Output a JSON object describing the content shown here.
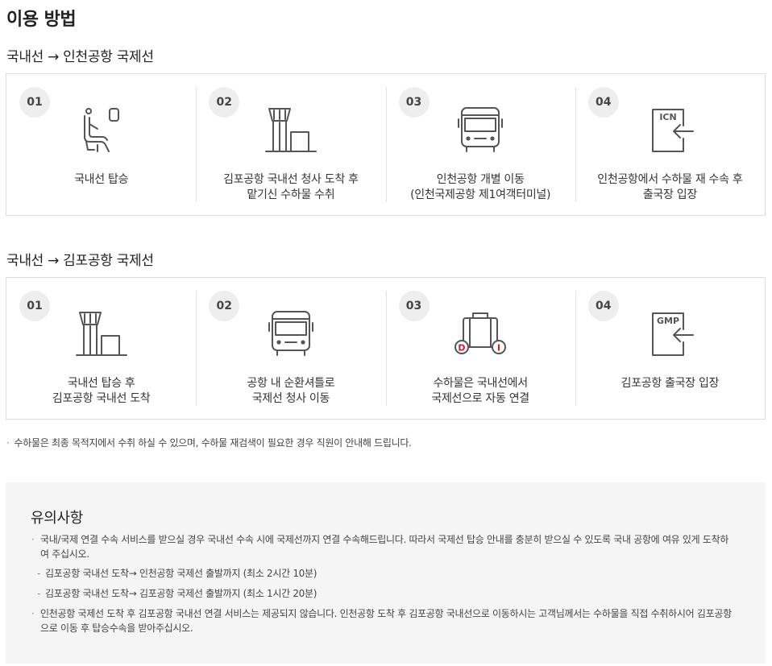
{
  "page_title": "이용 방법",
  "section1": {
    "title": "국내선 → 인천공항 국제선",
    "steps": [
      {
        "num": "01",
        "icon": "airplane-seat-icon",
        "text": "국내선 탑승"
      },
      {
        "num": "02",
        "icon": "airport-tower-icon",
        "text": "김포공항 국내선 청사 도착 후\n맡기신 수하물 수취"
      },
      {
        "num": "03",
        "icon": "bus-icon",
        "text": "인천공항 개별 이동\n(인천국제공항 제1여객터미널)"
      },
      {
        "num": "04",
        "icon": "terminal-entry-icon",
        "icon_text": "ICN",
        "text": "인천공항에서 수하물 재 수속 후\n출국장 입장"
      }
    ]
  },
  "section2": {
    "title": "국내선 → 김포공항 국제선",
    "steps": [
      {
        "num": "01",
        "icon": "airport-tower-icon",
        "text": "국내선 탑승 후\n김포공항 국내선 도착"
      },
      {
        "num": "02",
        "icon": "bus-icon",
        "text": "공항 내 순환셔틀로\n국제선 청사 이동"
      },
      {
        "num": "03",
        "icon": "baggage-transfer-icon",
        "icon_labels": [
          "D",
          "I"
        ],
        "text": "수하물은 국내선에서\n국제선으로 자동 연결"
      },
      {
        "num": "04",
        "icon": "terminal-entry-icon",
        "icon_text": "GMP",
        "text": "김포공항 출국장 입장"
      }
    ]
  },
  "footnote": "수하물은 최종 목적지에서 수취 하실 수 있으며, 수하물 재검색이 필요한 경우 직원이 안내해 드립니다.",
  "notice": {
    "title": "유의사항",
    "items": [
      {
        "text": "국내/국제 연결 수속 서비스를 받으실 경우 국내선 수속 시에 국제선까지 연결 수속해드립니다. 따라서 국제선 탑승 안내를 충분히 받으실 수 있도록 국내 공항에 여유 있게 도착하여 주십시오."
      },
      {
        "text": "김포공항 국내선 도착→ 인천공항 국제선 출발까지 (최소 2시간 10분)",
        "sub": true
      },
      {
        "text": "김포공항 국내선 도착→ 김포공항 국제선 출발까지 (최소 1시간 20분)",
        "sub": true
      },
      {
        "text": "인천공항 국제선 도착 후 김포공항 국내선 연결 서비스는 제공되지 않습니다. 인천공항 도착 후 김포공항 국내선으로 이동하시는 고객님께서는 수하물을 직접 수취하시어 김포공항으로 이동 후 탑승수속을 받아주십시오."
      }
    ]
  },
  "colors": {
    "accent_red": "#d7192e",
    "icon_gray": "#555555",
    "notice_bg": "#f5f5f5"
  }
}
